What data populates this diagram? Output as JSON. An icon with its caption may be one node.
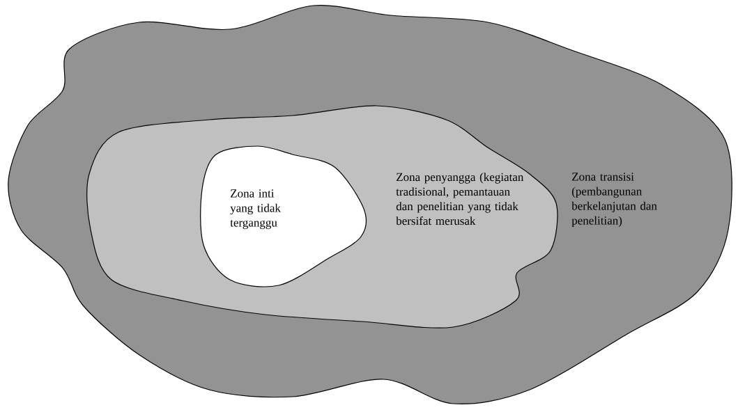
{
  "diagram": {
    "nodes": [
      {
        "text": [
          "Zona transisi (pembangunan berkelanjutan dan penelitian)"
        ]
      },
      {
        "text": [
          "Zona penyangga (kegiatan tradisional, pemantauan dan penelitian yang tidak bersifat merusak"
        ],
        "in": 0
      },
      {
        "text": [
          "Zona inti yang tidak terganggu"
        ],
        "in": 1
      }
    ]
  }
}
